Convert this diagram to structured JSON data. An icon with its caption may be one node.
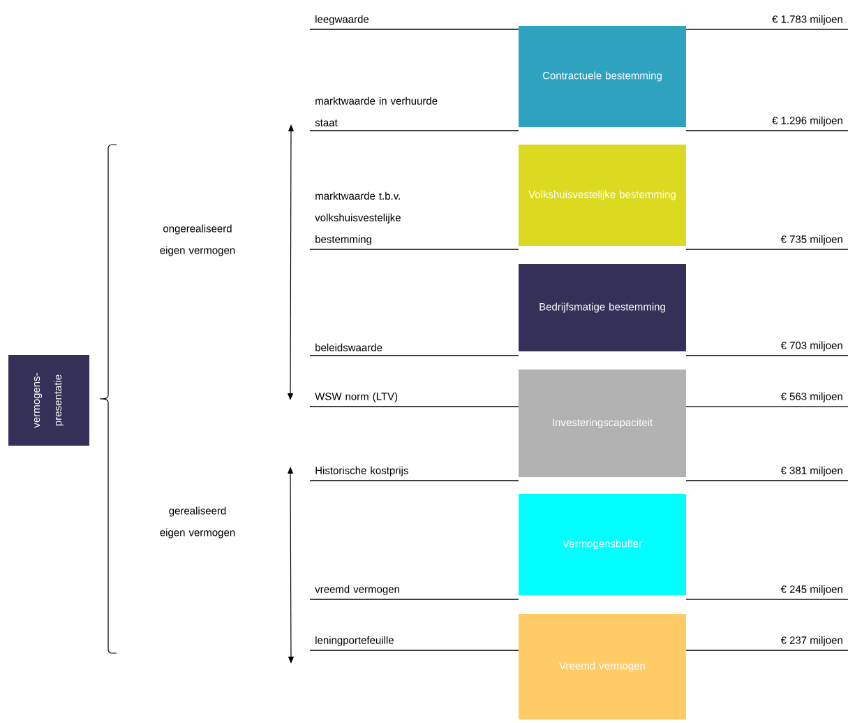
{
  "diagram": {
    "nodes": [
      {
        "text": [
          "vermogens-presentatie"
        ]
      },
      {
        "text": [
          "Contractuele bestemming"
        ]
      },
      {
        "text": [
          "Volkshuisvestelijke bestemming"
        ]
      },
      {
        "text": [
          "Bedrijfsmatige bestemming"
        ]
      },
      {
        "text": [
          "Investeringscapaciteit"
        ]
      },
      {
        "text": [
          "Vermogensbuffer"
        ]
      },
      {
        "text": [
          "Vreemd vermogen"
        ]
      }
    ],
    "labels": [
      "leegwaarde",
      "€ 1.783 miljoen",
      "marktwaarde in verhuurde staat",
      "€ 1.296 miljoen",
      "ongerealiseerd eigen vermogen",
      "marktwaarde t.b.v. volkshuisvestelijke bestemming",
      "€ 735 miljoen",
      "beleidswaarde",
      "€ 703 miljoen",
      "WSW norm (LTV)",
      "€ 563 miljoen",
      "Historische kostprijs",
      "€ 381 miljoen",
      "gerealiseerd eigen vermogen",
      "vreemd vermogen",
      "€ 245 miljoen",
      "leningportefeuille",
      "€ 237 miljoen"
    ]
  }
}
